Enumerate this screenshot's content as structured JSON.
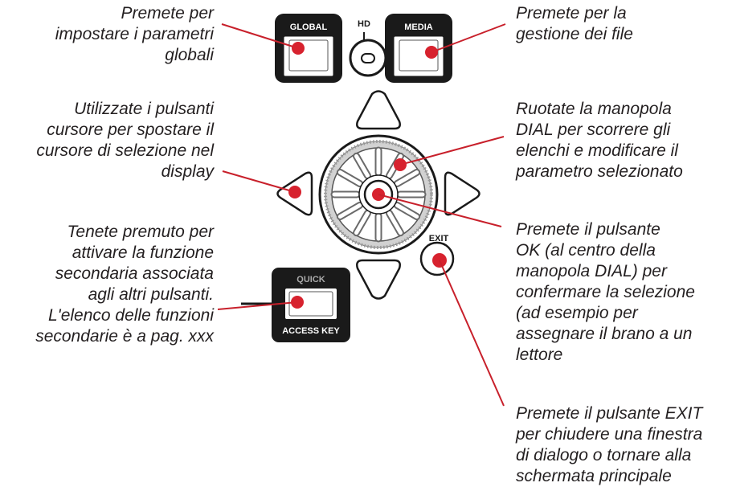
{
  "button_labels": {
    "global": "GLOBAL",
    "hd": "HD",
    "media": "MEDIA",
    "exit": "EXIT",
    "quick": "QUICK",
    "access_key": "ACCESS KEY"
  },
  "captions": {
    "global": [
      "Premete per",
      "impostare i parametri",
      "globali"
    ],
    "cursor": [
      "Utilizzate i pulsanti",
      "cursore per spostare il",
      "cursore di selezione nel",
      "display"
    ],
    "quick": [
      "Tenete premuto per",
      "attivare la funzione",
      "secondaria associata",
      "agli altri pulsanti.",
      "L'elenco delle funzioni",
      "secondarie è a pag. xxx"
    ],
    "media": [
      "Premete per la",
      "gestione dei file"
    ],
    "dial": [
      "Ruotate la manopola",
      "DIAL per scorrere gli",
      "elenchi e modificare il",
      "parametro selezionato"
    ],
    "ok": [
      "Premete il pulsante",
      "OK (al centro della",
      "manopola DIAL) per",
      "confermare la selezione",
      "(ad esempio per",
      "assegnare il brano a un",
      "lettore"
    ],
    "exit": [
      "Premete il pulsante EXIT",
      "per chiudere una finestra",
      "di dialogo o tornare alla",
      "schermata principale"
    ]
  },
  "colors": {
    "accent_red": "#d7222e",
    "leader_red": "#c8202b",
    "panel_black": "#1a1a1a",
    "text": "#231f20"
  }
}
